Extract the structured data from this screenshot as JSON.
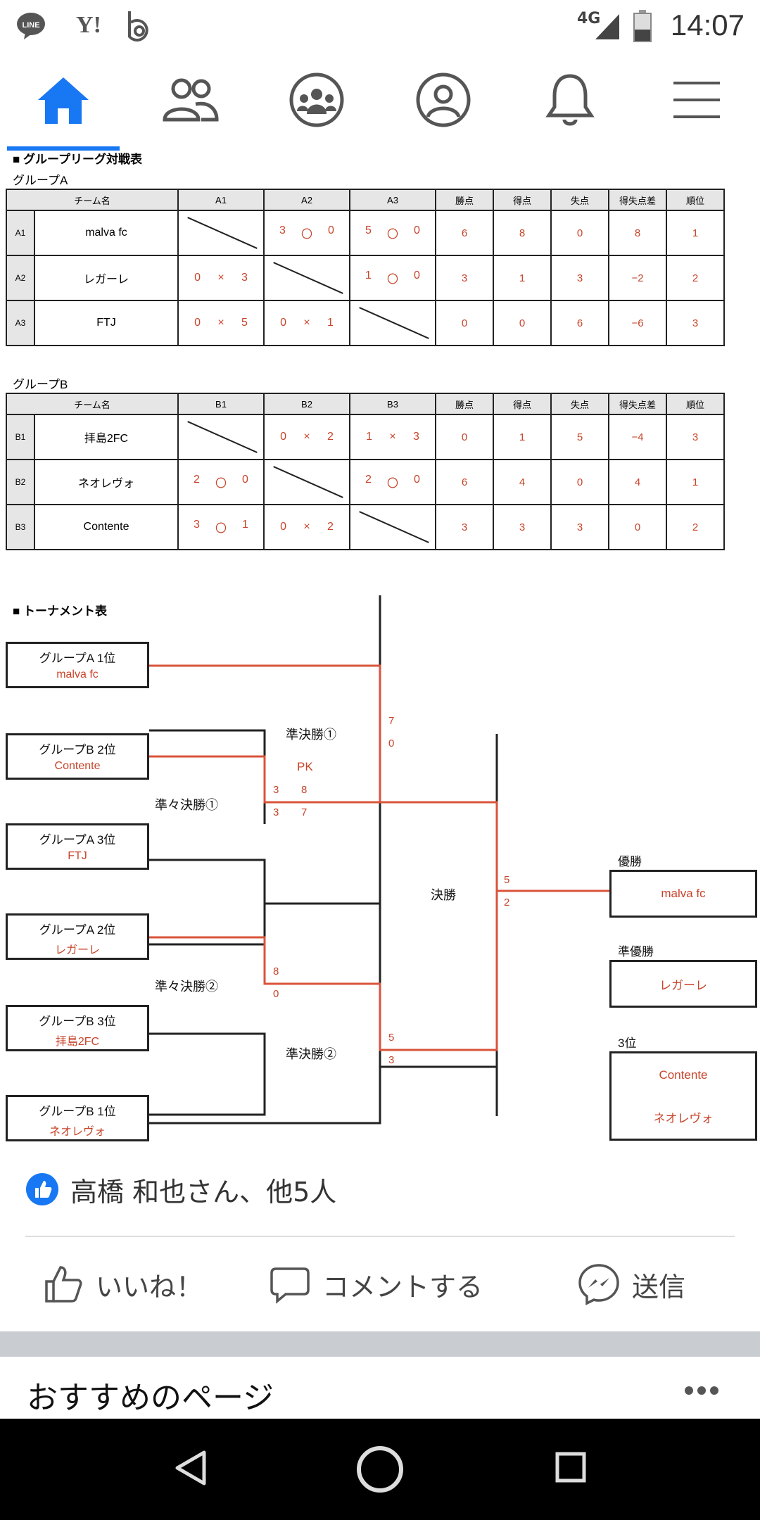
{
  "status_bar": {
    "apps": [
      "LINE",
      "Y!",
      "b"
    ],
    "network": "4G",
    "time": "14:07"
  },
  "nav": {
    "items": [
      "home-icon",
      "friends-icon",
      "groups-icon",
      "profile-icon",
      "notifications-icon",
      "menu-icon"
    ],
    "active_color": "#1877f2"
  },
  "document": {
    "league_title": "■ グループリーグ対戦表",
    "group_a": {
      "title": "グループA",
      "headers": [
        "チーム名",
        "A1",
        "A2",
        "A3",
        "勝点",
        "得点",
        "失点",
        "得失点差",
        "順位"
      ],
      "rows": [
        {
          "id": "A1",
          "name": "malva fc",
          "m1": "",
          "m2": [
            "3",
            "〇",
            "0"
          ],
          "m3": [
            "5",
            "〇",
            "0"
          ],
          "pts": "6",
          "gf": "8",
          "ga": "0",
          "gd": "8",
          "rank": "1"
        },
        {
          "id": "A2",
          "name": "レガーレ",
          "m1": [
            "0",
            "×",
            "3"
          ],
          "m2": "",
          "m3": [
            "1",
            "〇",
            "0"
          ],
          "pts": "3",
          "gf": "1",
          "ga": "3",
          "gd": "−2",
          "rank": "2"
        },
        {
          "id": "A3",
          "name": "FTJ",
          "m1": [
            "0",
            "×",
            "5"
          ],
          "m2": [
            "0",
            "×",
            "1"
          ],
          "m3": "",
          "pts": "0",
          "gf": "0",
          "ga": "6",
          "gd": "−6",
          "rank": "3"
        }
      ]
    },
    "group_b": {
      "title": "グループB",
      "headers": [
        "チーム名",
        "B1",
        "B2",
        "B3",
        "勝点",
        "得点",
        "失点",
        "得失点差",
        "順位"
      ],
      "rows": [
        {
          "id": "B1",
          "name": "拝島2FC",
          "m1": "",
          "m2": [
            "0",
            "×",
            "2"
          ],
          "m3": [
            "1",
            "×",
            "3"
          ],
          "pts": "0",
          "gf": "1",
          "ga": "5",
          "gd": "−4",
          "rank": "3"
        },
        {
          "id": "B2",
          "name": "ネオレヴォ",
          "m1": [
            "2",
            "〇",
            "0"
          ],
          "m2": "",
          "m3": [
            "2",
            "〇",
            "0"
          ],
          "pts": "6",
          "gf": "4",
          "ga": "0",
          "gd": "4",
          "rank": "1"
        },
        {
          "id": "B3",
          "name": "Contente",
          "m1": [
            "3",
            "〇",
            "1"
          ],
          "m2": [
            "0",
            "×",
            "2"
          ],
          "m3": "",
          "pts": "3",
          "gf": "3",
          "ga": "3",
          "gd": "0",
          "rank": "2"
        }
      ]
    },
    "tournament_title": "■ トーナメント表",
    "bracket": {
      "slots": [
        {
          "label": "グループA 1位",
          "team": "malva fc"
        },
        {
          "label": "グループB 2位",
          "team": "Contente"
        },
        {
          "label": "グループA 3位",
          "team": "FTJ"
        },
        {
          "label": "グループA 2位",
          "team": "レガーレ"
        },
        {
          "label": "グループB 3位",
          "team": "拝島2FC"
        },
        {
          "label": "グループB 1位",
          "team": "ネオレヴォ"
        }
      ],
      "qf1": {
        "label": "準々決勝①",
        "top": "3",
        "bottom": "3",
        "pk_top": "8",
        "pk_bottom": "7"
      },
      "qf2": {
        "label": "準々決勝②",
        "top": "8",
        "bottom": "0"
      },
      "sf1": {
        "label": "準決勝①",
        "pk": "PK",
        "top": "7",
        "bottom": "0"
      },
      "sf2": {
        "label": "準決勝②",
        "top": "5",
        "bottom": "3"
      },
      "final": {
        "label": "決勝",
        "top": "5",
        "bottom": "2"
      },
      "results": {
        "champion_label": "優勝",
        "champion": "malva fc",
        "runner_up_label": "準優勝",
        "runner_up": "レガーレ",
        "third_label": "3位",
        "third": [
          "Contente",
          "ネオレヴォ"
        ]
      }
    }
  },
  "post": {
    "likes_text": "高橋 和也さん、他5人",
    "actions": {
      "like": "いいね！",
      "comment": "コメントする",
      "send": "送信"
    }
  },
  "suggested": {
    "title": "おすすめのページ"
  },
  "system_nav": [
    "back-icon",
    "home-icon",
    "recents-icon"
  ]
}
